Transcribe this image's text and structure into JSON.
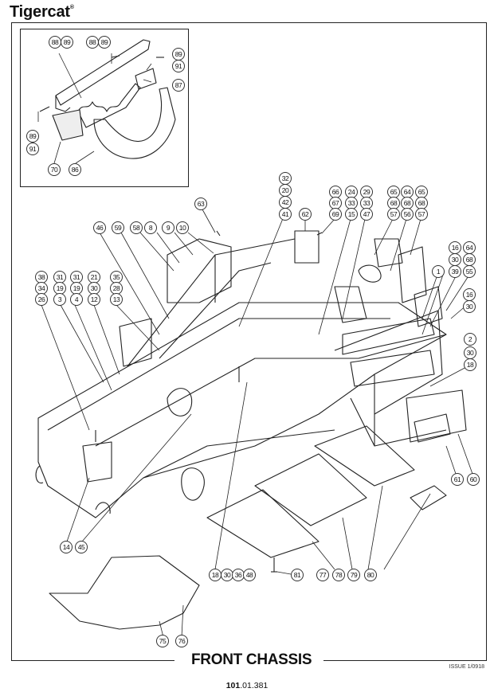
{
  "brand": {
    "name": "Tigercat",
    "mark": "®"
  },
  "diagram": {
    "title": "FRONT CHASSIS",
    "issue": "ISSUE 1/0918",
    "page_number": {
      "section": "101",
      "rest": ".01.381"
    }
  },
  "inset_callouts": [
    {
      "id": "i1",
      "label": "88"
    },
    {
      "id": "i2",
      "label": "89"
    },
    {
      "id": "i3",
      "label": "88"
    },
    {
      "id": "i4",
      "label": "89"
    },
    {
      "id": "i5",
      "label": "89"
    },
    {
      "id": "i6",
      "label": "91"
    },
    {
      "id": "i7",
      "label": "87"
    },
    {
      "id": "i8",
      "label": "89"
    },
    {
      "id": "i9",
      "label": "91"
    },
    {
      "id": "i10",
      "label": "70"
    },
    {
      "id": "i11",
      "label": "86"
    }
  ],
  "callouts": [
    {
      "label": "32"
    },
    {
      "label": "20"
    },
    {
      "label": "42"
    },
    {
      "label": "41"
    },
    {
      "label": "63"
    },
    {
      "label": "62"
    },
    {
      "label": "66"
    },
    {
      "label": "67"
    },
    {
      "label": "69"
    },
    {
      "label": "24"
    },
    {
      "label": "33"
    },
    {
      "label": "15"
    },
    {
      "label": "29"
    },
    {
      "label": "33"
    },
    {
      "label": "47"
    },
    {
      "label": "65"
    },
    {
      "label": "68"
    },
    {
      "label": "57"
    },
    {
      "label": "64"
    },
    {
      "label": "68"
    },
    {
      "label": "56"
    },
    {
      "label": "65"
    },
    {
      "label": "68"
    },
    {
      "label": "57"
    },
    {
      "label": "46"
    },
    {
      "label": "59"
    },
    {
      "label": "58"
    },
    {
      "label": "8"
    },
    {
      "label": "9"
    },
    {
      "label": "10"
    },
    {
      "label": "16"
    },
    {
      "label": "30"
    },
    {
      "label": "39"
    },
    {
      "label": "64"
    },
    {
      "label": "68"
    },
    {
      "label": "55"
    },
    {
      "label": "1"
    },
    {
      "label": "16"
    },
    {
      "label": "30"
    },
    {
      "label": "38"
    },
    {
      "label": "34"
    },
    {
      "label": "26"
    },
    {
      "label": "31"
    },
    {
      "label": "19"
    },
    {
      "label": "3"
    },
    {
      "label": "31"
    },
    {
      "label": "19"
    },
    {
      "label": "4"
    },
    {
      "label": "21"
    },
    {
      "label": "30"
    },
    {
      "label": "12"
    },
    {
      "label": "35"
    },
    {
      "label": "28"
    },
    {
      "label": "13"
    },
    {
      "label": "2"
    },
    {
      "label": "30"
    },
    {
      "label": "18"
    },
    {
      "label": "61"
    },
    {
      "label": "60"
    },
    {
      "label": "14"
    },
    {
      "label": "45"
    },
    {
      "label": "18"
    },
    {
      "label": "30"
    },
    {
      "label": "36"
    },
    {
      "label": "48"
    },
    {
      "label": "81"
    },
    {
      "label": "77"
    },
    {
      "label": "78"
    },
    {
      "label": "79"
    },
    {
      "label": "80"
    },
    {
      "label": "75"
    },
    {
      "label": "76"
    }
  ]
}
